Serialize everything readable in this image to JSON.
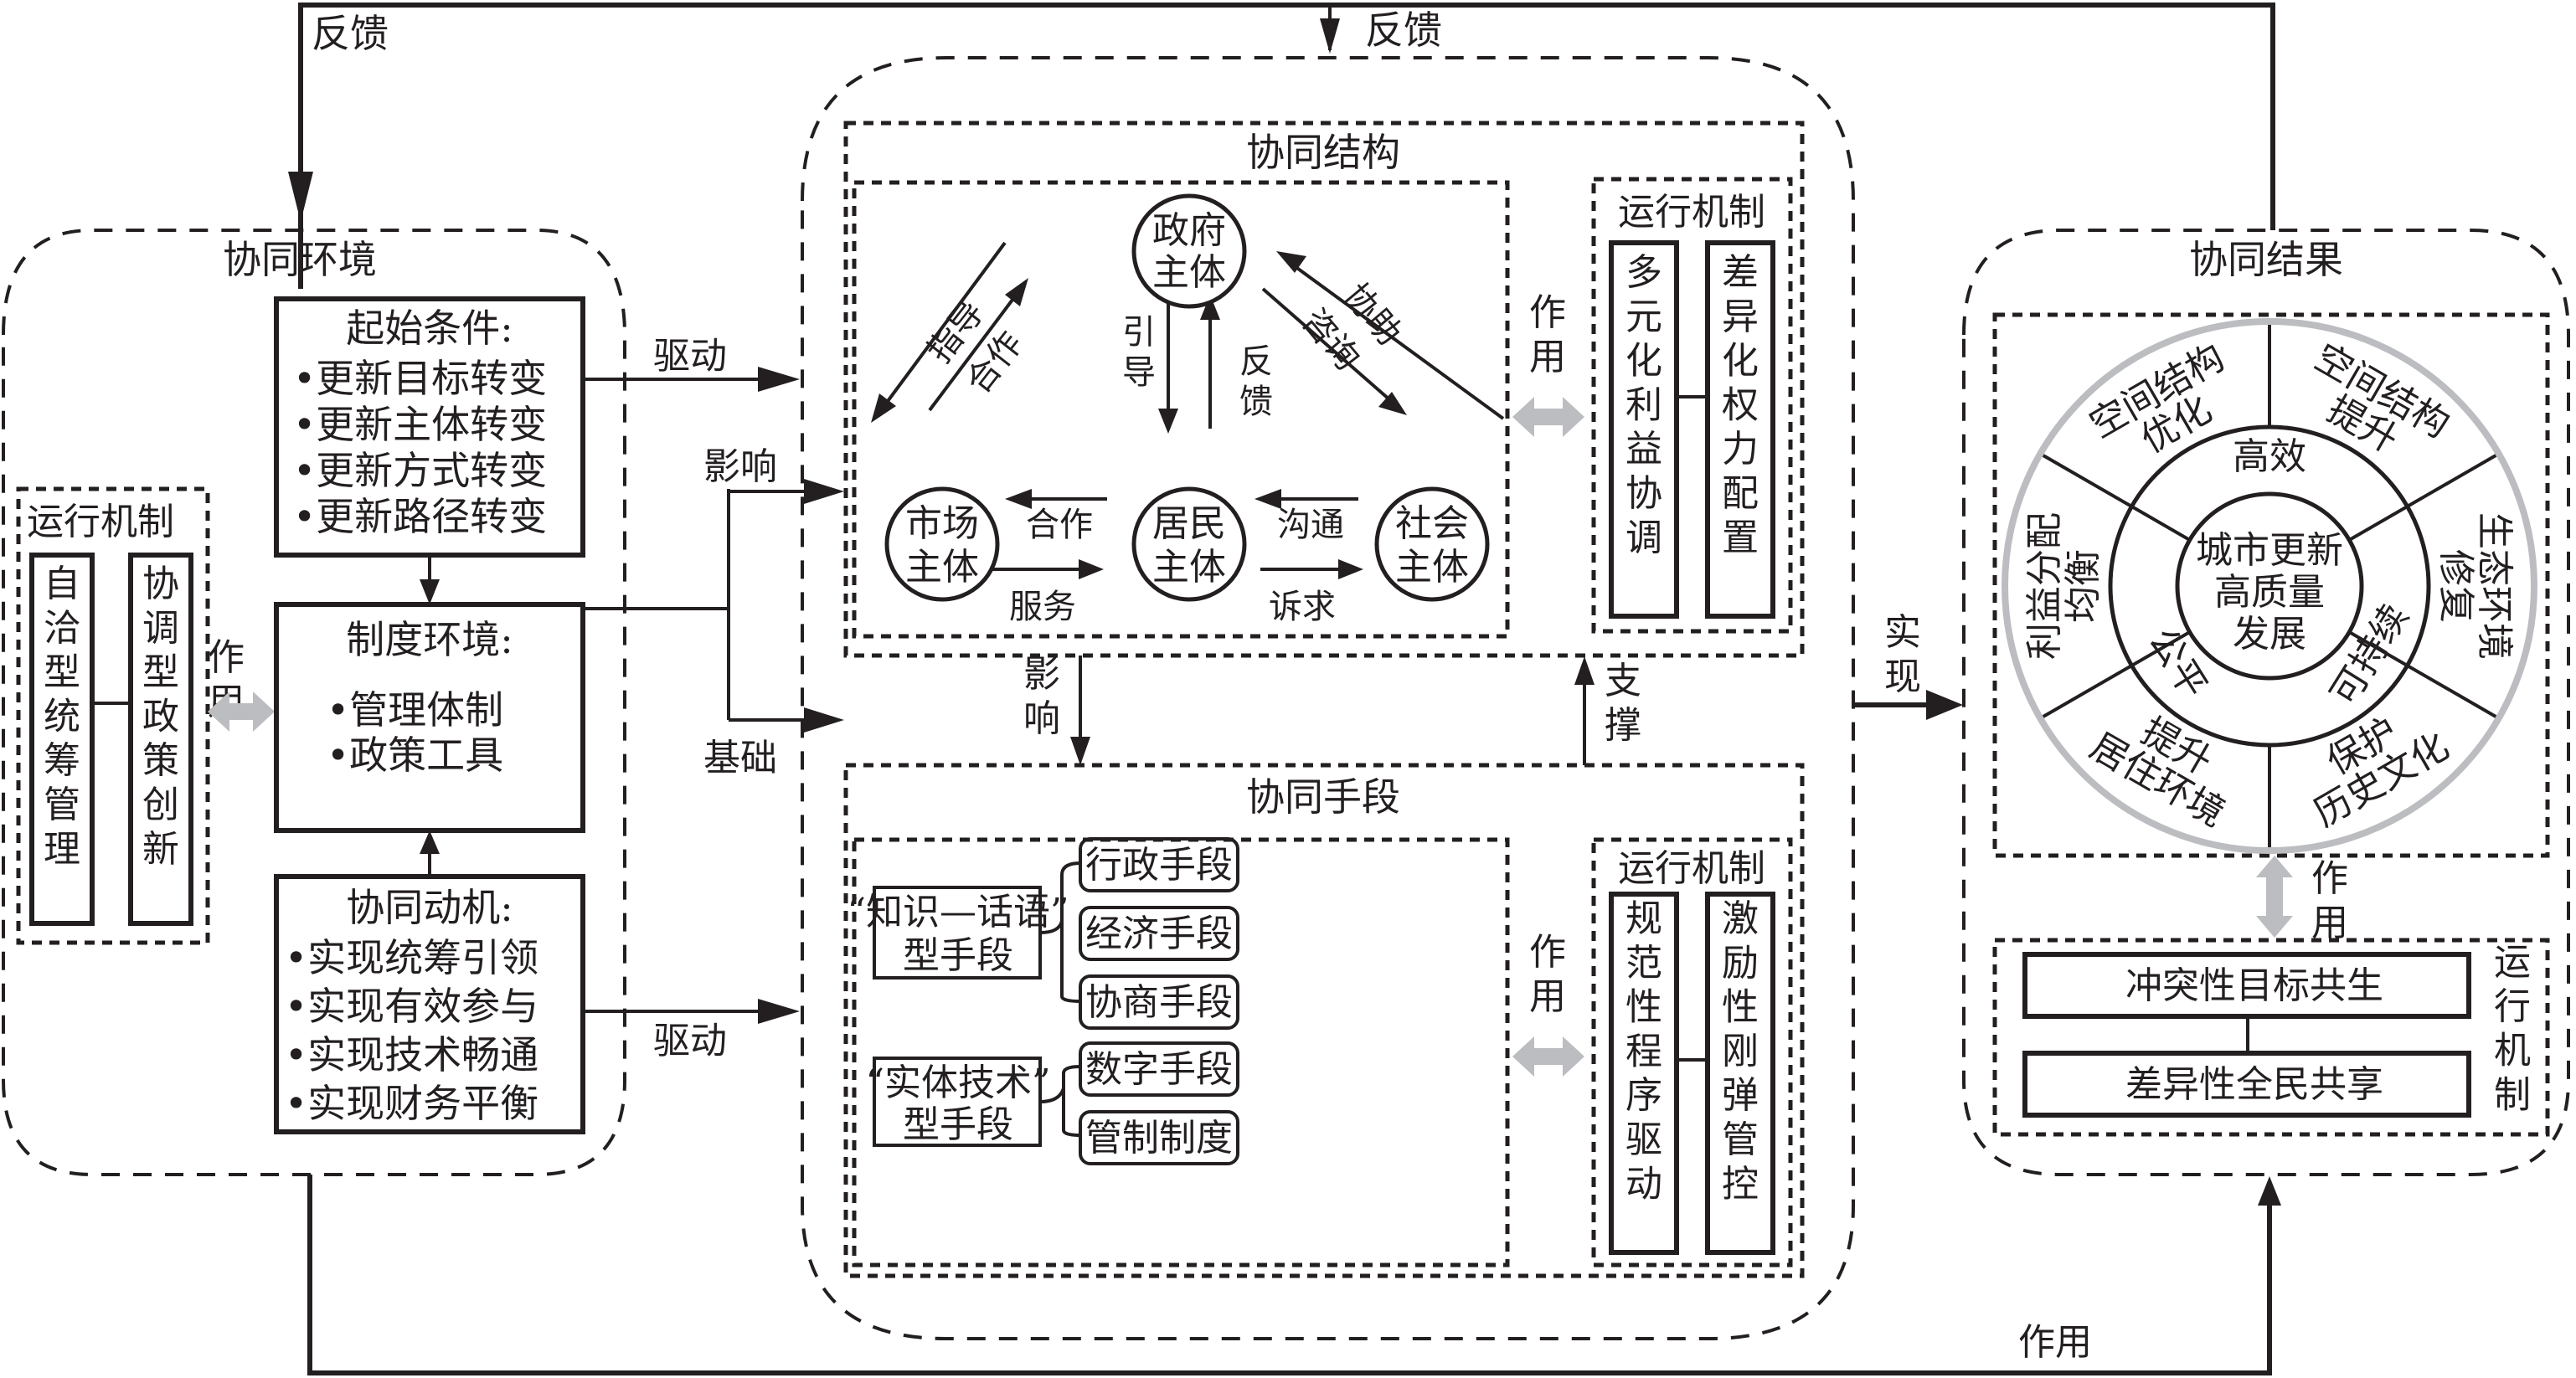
{
  "feedback_top_left": "反馈",
  "feedback_top_center": "反馈",
  "environment": {
    "title": "协同环境",
    "mechanism": {
      "title": "运行机制",
      "items": [
        "自洽型统筹管理",
        "协调型政策创新"
      ]
    },
    "action_label": "作用",
    "start_conditions": {
      "title": "起始条件:",
      "items": [
        "更新目标转变",
        "更新主体转变",
        "更新方式转变",
        "更新路径转变"
      ]
    },
    "institution": {
      "title": "制度环境:",
      "items": [
        "管理体制",
        "政策工具"
      ]
    },
    "motivation": {
      "title": "协同动机:",
      "items": [
        "实现统筹引领",
        "实现有效参与",
        "实现技术畅通",
        "实现财务平衡"
      ]
    }
  },
  "links": {
    "drive_top": "驱动",
    "influence": "影响",
    "foundation": "基础",
    "drive_bottom": "驱动",
    "structure_to_means": "影响",
    "means_to_structure": "支撑",
    "realize": "实现",
    "bottom_action": "作用"
  },
  "structure": {
    "title": "协同结构",
    "nodes": {
      "government": "政府主体",
      "market": "市场主体",
      "resident": "居民主体",
      "society": "社会主体"
    },
    "edges": {
      "gov_market_down": "指导",
      "market_gov_up": "合作",
      "gov_resident_down": "引导",
      "resident_gov_up": "反馈",
      "society_gov_up": "协助",
      "gov_society_down": "咨询",
      "resident_market": "合作",
      "market_resident": "服务",
      "society_resident": "沟通",
      "resident_society": "诉求"
    },
    "action_label": "作用",
    "mechanism": {
      "title": "运行机制",
      "items": [
        "多元化利益协调",
        "差异化权力配置"
      ]
    }
  },
  "means": {
    "title": "协同手段",
    "groups": [
      {
        "label_line1": "“知识—话语”",
        "label_line2": "型手段",
        "items": [
          "行政手段",
          "经济手段",
          "协商手段"
        ]
      },
      {
        "label_line1": "“实体技术”",
        "label_line2": "型手段",
        "items": [
          "数字手段",
          "管制制度"
        ]
      }
    ],
    "action_label": "作用",
    "mechanism": {
      "title": "运行机制",
      "items": [
        "规范性程序驱动",
        "激励性刚弹管控"
      ]
    }
  },
  "results": {
    "title": "协同结果",
    "center": [
      "城市更新",
      "高质量",
      "发展"
    ],
    "inner_ring": [
      "高效",
      "可持续",
      "公平"
    ],
    "outer_sectors": [
      {
        "line1": "空间结构",
        "line2": "提升"
      },
      {
        "line1": "生态环境",
        "line2": "修复"
      },
      {
        "line1": "历史文化",
        "line2": "保护"
      },
      {
        "line1": "居住环境",
        "line2": "提升"
      },
      {
        "line1": "利益分配",
        "line2": "均衡"
      },
      {
        "line1": "空间结构",
        "line2": "优化"
      }
    ],
    "action_label": "作用",
    "mechanism": {
      "title": "运行机制",
      "items": [
        "冲突性目标共生",
        "差异性全民共享"
      ]
    }
  }
}
